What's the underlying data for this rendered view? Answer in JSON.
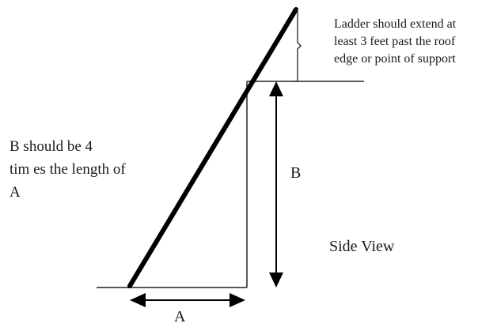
{
  "annotation_lines": [
    "Ladder should extend at",
    "least 3 feet past the roof",
    "edge or point of support"
  ],
  "ratio_lines": [
    "B should be 4",
    "tim es the length of",
    "A"
  ],
  "label_b": "B",
  "label_a": "A",
  "view_label": "Side View"
}
